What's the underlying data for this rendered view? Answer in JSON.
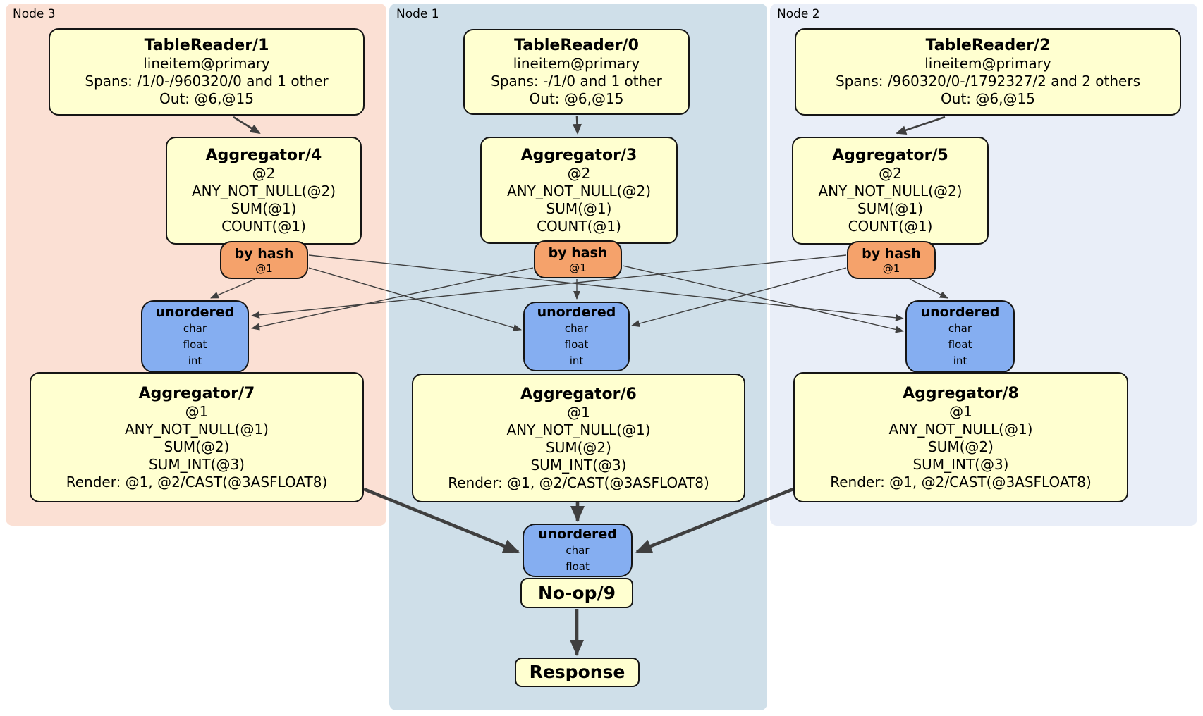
{
  "node3": {
    "label": "Node 3",
    "table_reader": {
      "title": "TableReader/1",
      "lines": [
        "lineitem@primary",
        "Spans: /1/0-/960320/0 and 1 other",
        "Out: @6,@15"
      ]
    },
    "agg_top": {
      "title": "Aggregator/4",
      "lines": [
        "@2",
        "ANY_NOT_NULL(@2)",
        "SUM(@1)",
        "COUNT(@1)"
      ]
    },
    "router": {
      "title": "by hash",
      "lines": [
        "@1"
      ]
    },
    "sync": {
      "title": "unordered",
      "lines": [
        "char",
        "float",
        "int"
      ]
    },
    "agg_bottom": {
      "title": "Aggregator/7",
      "lines": [
        "@1",
        "ANY_NOT_NULL(@1)",
        "SUM(@2)",
        "SUM_INT(@3)",
        "Render: @1, @2/CAST(@3ASFLOAT8)"
      ]
    }
  },
  "node1": {
    "label": "Node 1",
    "table_reader": {
      "title": "TableReader/0",
      "lines": [
        "lineitem@primary",
        "Spans: -/1/0 and 1 other",
        "Out: @6,@15"
      ]
    },
    "agg_top": {
      "title": "Aggregator/3",
      "lines": [
        "@2",
        "ANY_NOT_NULL(@2)",
        "SUM(@1)",
        "COUNT(@1)"
      ]
    },
    "router": {
      "title": "by hash",
      "lines": [
        "@1"
      ]
    },
    "sync": {
      "title": "unordered",
      "lines": [
        "char",
        "float",
        "int"
      ]
    },
    "agg_bottom": {
      "title": "Aggregator/6",
      "lines": [
        "@1",
        "ANY_NOT_NULL(@1)",
        "SUM(@2)",
        "SUM_INT(@3)",
        "Render: @1, @2/CAST(@3ASFLOAT8)"
      ]
    },
    "final_sync": {
      "title": "unordered",
      "lines": [
        "char",
        "float"
      ]
    },
    "noop": {
      "title": "No-op/9"
    },
    "response": {
      "title": "Response"
    }
  },
  "node2": {
    "label": "Node 2",
    "table_reader": {
      "title": "TableReader/2",
      "lines": [
        "lineitem@primary",
        "Spans: /960320/0-/1792327/2 and 2 others",
        "Out: @6,@15"
      ]
    },
    "agg_top": {
      "title": "Aggregator/5",
      "lines": [
        "@2",
        "ANY_NOT_NULL(@2)",
        "SUM(@1)",
        "COUNT(@1)"
      ]
    },
    "router": {
      "title": "by hash",
      "lines": [
        "@1"
      ]
    },
    "sync": {
      "title": "unordered",
      "lines": [
        "char",
        "float",
        "int"
      ]
    },
    "agg_bottom": {
      "title": "Aggregator/8",
      "lines": [
        "@1",
        "ANY_NOT_NULL(@1)",
        "SUM(@2)",
        "SUM_INT(@3)",
        "Render: @1, @2/CAST(@3ASFLOAT8)"
      ]
    }
  },
  "colors": {
    "node3_bg": "#fbe0d4",
    "node1_bg": "#cfdfe9",
    "node2_bg": "#e9eef8",
    "processor_bg": "#ffffd0",
    "router_bg": "#f5a26b",
    "sync_bg": "#85aef1",
    "edge": "#3f3f3f"
  }
}
